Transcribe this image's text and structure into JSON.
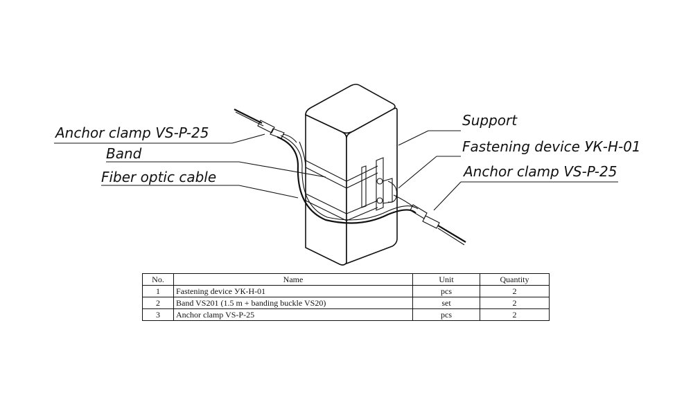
{
  "labels": {
    "anchor_clamp_left": "Anchor clamp VS-P-25",
    "band": "Band",
    "fiber_optic_cable": "Fiber optic cable",
    "support": "Support",
    "fastening_device": "Fastening device УК-Н-01",
    "anchor_clamp_right": "Anchor clamp VS-P-25"
  },
  "table": {
    "headers": [
      "No.",
      "Name",
      "Unit",
      "Quantity"
    ],
    "rows": [
      {
        "no": "1",
        "name": "Fastening device УК-Н-01",
        "unit": "pcs",
        "qty": "2"
      },
      {
        "no": "2",
        "name": "Band VS201 (1.5 m + banding buckle VS20)",
        "unit": "set",
        "qty": "2"
      },
      {
        "no": "3",
        "name": "Anchor clamp VS-P-25",
        "unit": "pcs",
        "qty": "2"
      }
    ]
  }
}
